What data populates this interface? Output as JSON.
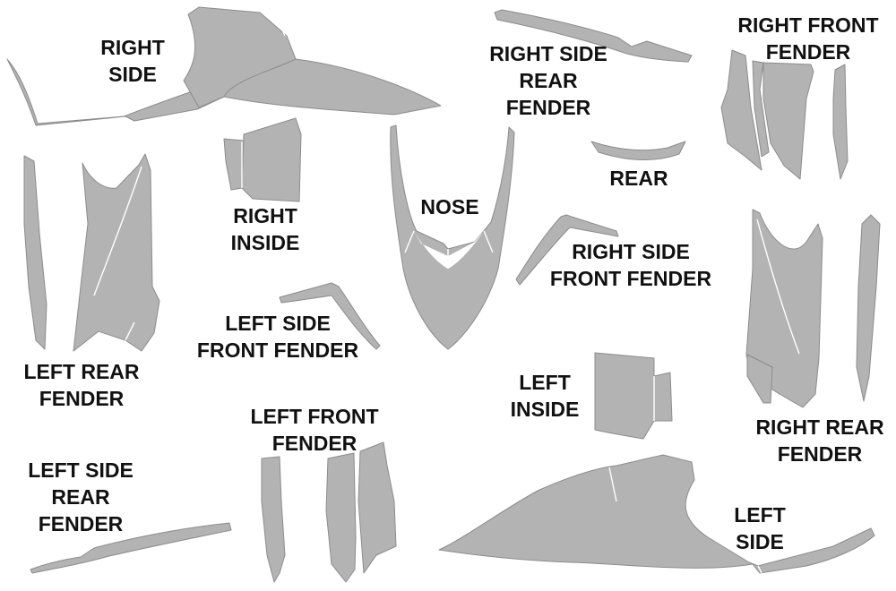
{
  "labels": {
    "right_side": [
      "RIGHT",
      "SIDE"
    ],
    "right_side_rear_fender": [
      "RIGHT SIDE",
      "REAR",
      "FENDER"
    ],
    "right_front_fender": [
      "RIGHT FRONT",
      "FENDER"
    ],
    "right_inside": [
      "RIGHT",
      "INSIDE"
    ],
    "nose": [
      "NOSE"
    ],
    "rear": [
      "REAR"
    ],
    "right_side_front_fender": [
      "RIGHT SIDE",
      "FRONT FENDER"
    ],
    "left_side_front_fender": [
      "LEFT SIDE",
      "FRONT FENDER"
    ],
    "left_rear_fender": [
      "LEFT REAR",
      "FENDER"
    ],
    "left_inside": [
      "LEFT",
      "INSIDE"
    ],
    "right_rear_fender": [
      "RIGHT REAR",
      "FENDER"
    ],
    "left_front_fender": [
      "LEFT FRONT",
      "FENDER"
    ],
    "left_side_rear_fender": [
      "LEFT SIDE",
      "REAR",
      "FENDER"
    ],
    "left_side": [
      "LEFT",
      "SIDE"
    ]
  },
  "colors": {
    "part_fill": "#b3b3b3",
    "part_outline": "#8c8c8c",
    "label_text": "#111111",
    "background": "#ffffff"
  }
}
